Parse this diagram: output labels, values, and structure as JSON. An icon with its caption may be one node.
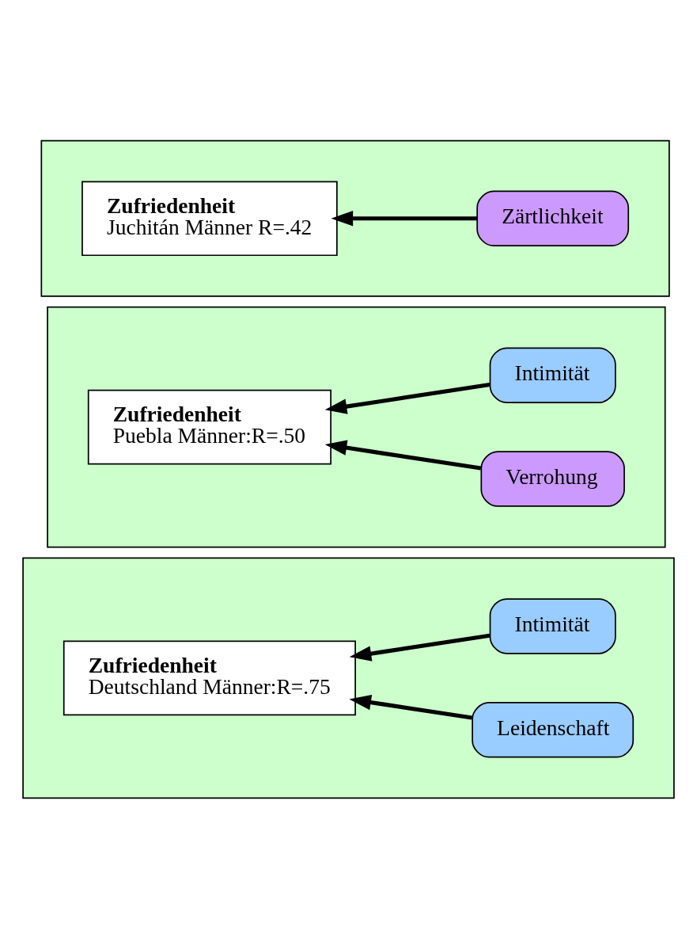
{
  "diagram": {
    "nodes": [
      {
        "text": [],
        "shape": "box"
      },
      {
        "text": [
          "Zufriedenheit",
          "Juchitán Männer R=.42"
        ],
        "in": 0
      },
      {
        "text": [
          "Zärtlichkeit"
        ],
        "in": 0
      },
      {
        "text": [],
        "shape": "box"
      },
      {
        "text": [
          "Zufriedenheit",
          "Puebla Männer:R=.50"
        ],
        "in": 3
      },
      {
        "text": [
          "Intimität"
        ],
        "in": 3
      },
      {
        "text": [
          "Verrohung"
        ],
        "in": 3
      },
      {
        "text": [],
        "shape": "box"
      },
      {
        "text": [
          "Zufriedenheit",
          "Deutschland Männer:R=.75"
        ],
        "in": 7
      },
      {
        "text": [
          "Intimität"
        ],
        "in": 7
      },
      {
        "text": [
          "Leidenschaft"
        ],
        "in": 7
      }
    ],
    "edges": [
      {
        "from": 2,
        "to": 1,
        "arrow": "to"
      },
      {
        "from": 5,
        "to": 4,
        "arrow": "to"
      },
      {
        "from": 6,
        "to": 4,
        "arrow": "to"
      },
      {
        "from": 9,
        "to": 8,
        "arrow": "to"
      },
      {
        "from": 10,
        "to": 8,
        "arrow": "to"
      }
    ]
  }
}
